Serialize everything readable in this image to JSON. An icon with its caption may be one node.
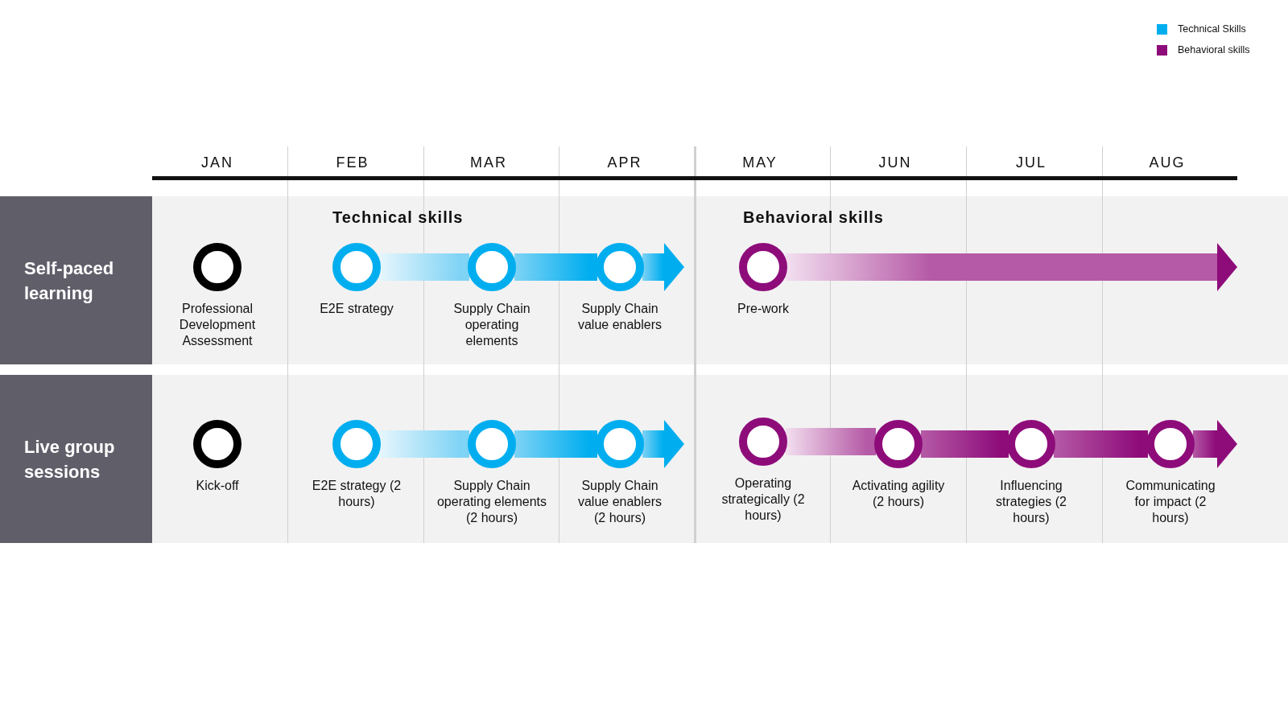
{
  "diagram": {
    "nodes": [
      {
        "text": [
          "Self-paced learning"
        ]
      },
      {
        "text": [],
        "shape": "circle",
        "beside": [
          "Professional Development Assessment"
        ]
      },
      {
        "text": [],
        "shape": "circle",
        "beside": [
          "E2E strategy"
        ]
      },
      {
        "text": [],
        "shape": "circle",
        "beside": [
          "Supply Chain operating elements"
        ]
      },
      {
        "text": [],
        "shape": "circle",
        "beside": [
          "Supply Chain value enablers"
        ]
      },
      {
        "text": [],
        "shape": "circle",
        "beside": [
          "Pre-work"
        ]
      },
      {
        "text": [
          "Live group sessions"
        ]
      },
      {
        "text": [],
        "shape": "circle",
        "beside": [
          "Kick-off"
        ]
      },
      {
        "text": [],
        "shape": "circle",
        "beside": [
          "E2E strategy (2 hours)"
        ]
      },
      {
        "text": [],
        "shape": "circle",
        "beside": [
          "Supply Chain operating elements (2 hours)"
        ]
      },
      {
        "text": [],
        "shape": "circle",
        "beside": [
          "Supply Chain value enablers (2 hours)"
        ]
      },
      {
        "text": [],
        "shape": "circle",
        "beside": [
          "Operating strategically (2 hours)"
        ]
      },
      {
        "text": [],
        "shape": "circle",
        "beside": [
          "Activating agility (2 hours)"
        ]
      },
      {
        "text": [],
        "shape": "circle",
        "beside": [
          "Influencing strategies (2 hours)"
        ]
      },
      {
        "text": [],
        "shape": "circle",
        "beside": [
          "Communicating for impact (2 hours)"
        ]
      }
    ],
    "edges": [
      {
        "from": 2,
        "to": 3,
        "arrow": "none",
        "style": "thick"
      },
      {
        "from": 3,
        "to": 4,
        "arrow": "none",
        "style": "thick"
      },
      {
        "from": 4,
        "to": null,
        "arrow": "to",
        "style": "thick"
      },
      {
        "from": 5,
        "to": null,
        "arrow": "to",
        "style": "thick",
        "color": "#8e0c7a"
      },
      {
        "from": 8,
        "to": 9,
        "arrow": "none",
        "style": "thick"
      },
      {
        "from": 9,
        "to": 10,
        "arrow": "none",
        "style": "thick"
      },
      {
        "from": 10,
        "to": null,
        "arrow": "to",
        "style": "thick"
      },
      {
        "from": 11,
        "to": 12,
        "arrow": "none",
        "style": "thick",
        "color": "#8e0c7a"
      },
      {
        "from": 12,
        "to": 13,
        "arrow": "none",
        "style": "thick",
        "color": "#8e0c7a"
      },
      {
        "from": 13,
        "to": 14,
        "arrow": "none",
        "style": "thick",
        "color": "#8e0c7a"
      },
      {
        "from": 14,
        "to": null,
        "arrow": "to",
        "style": "thick",
        "color": "#8e0c7a"
      }
    ],
    "labels": [
      "JAN",
      "FEB",
      "MAR",
      "APR",
      "MAY",
      "JUN",
      "JUL",
      "AUG",
      "Technical skills",
      "Behavioral skills"
    ],
    "legend": [
      {
        "text": "Technical Skills",
        "color": "#00aeef"
      },
      {
        "text": "Behavioral skills",
        "color": "#8e0c7a"
      }
    ]
  }
}
